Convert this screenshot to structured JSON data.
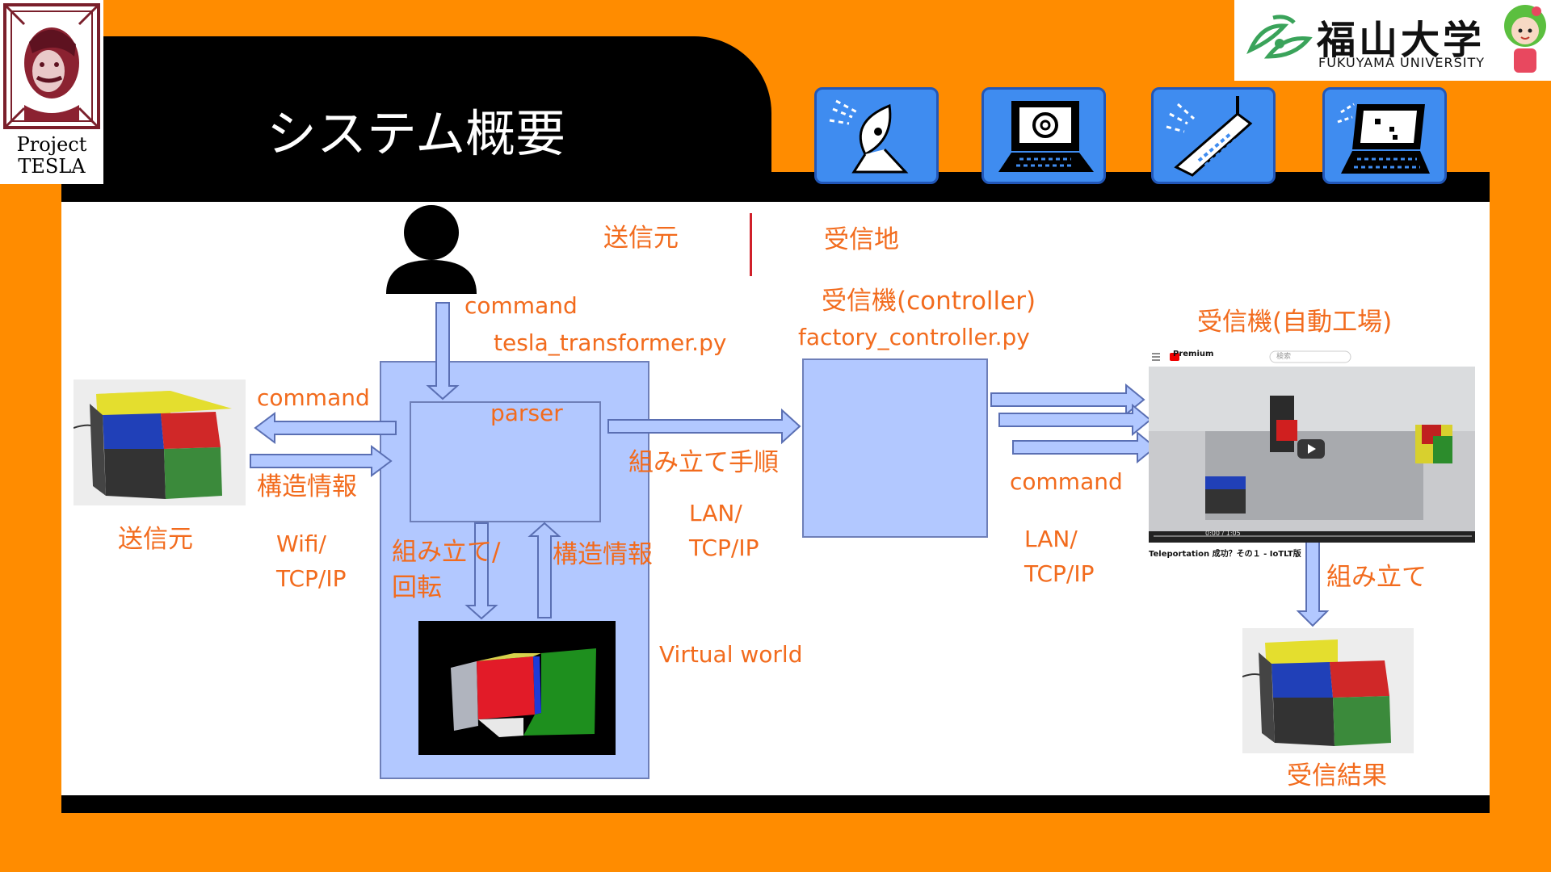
{
  "header": {
    "title": "システム概要"
  },
  "logos": {
    "project_tesla": "Project\nTESLA",
    "university_jp": "福山大学",
    "university_en": "FUKUYAMA UNIVERSITY"
  },
  "icons": [
    "satellite-dish-icon",
    "computer-at-icon",
    "mobile-phone-icon",
    "laptop-icon"
  ],
  "diagram": {
    "sender_heading": "送信元",
    "receiver_heading": "受信地",
    "command_top": "command",
    "transformer_label": "tesla_transformer.py",
    "controller_title": "受信機(controller)",
    "controller_file": "factory_controller.py",
    "factory_title": "受信機(自動工場)",
    "command_left": "command",
    "structure_info_left": "構造情報",
    "sender_caption": "送信元",
    "wifi_label": "Wifi/\nTCP/IP",
    "parser_label": "parser",
    "assembly_steps": "組み立て手順",
    "lan_label_1": "LAN/\nTCP/IP",
    "assemble_rotate": "組み立て/\n回転",
    "structure_info_right": "構造情報",
    "virtual_world": "Virtual world",
    "command_right": "command",
    "lan_label_2": "LAN/\nTCP/IP",
    "assemble": "組み立て",
    "receive_result": "受信結果",
    "video": {
      "brand": "Premium",
      "search": "検索",
      "time": "0:00 / 1:05",
      "caption": "Teleportation 成功？その１ - IoTLT版"
    }
  },
  "colors": {
    "orange_bg": "#FF8C00",
    "label_orange": "#F26B1D",
    "box_blue": "#B2C8FF",
    "arrow_fill": "#B2C8FF",
    "arrow_stroke": "#5A6FB3",
    "divider_red": "#D0202A"
  }
}
